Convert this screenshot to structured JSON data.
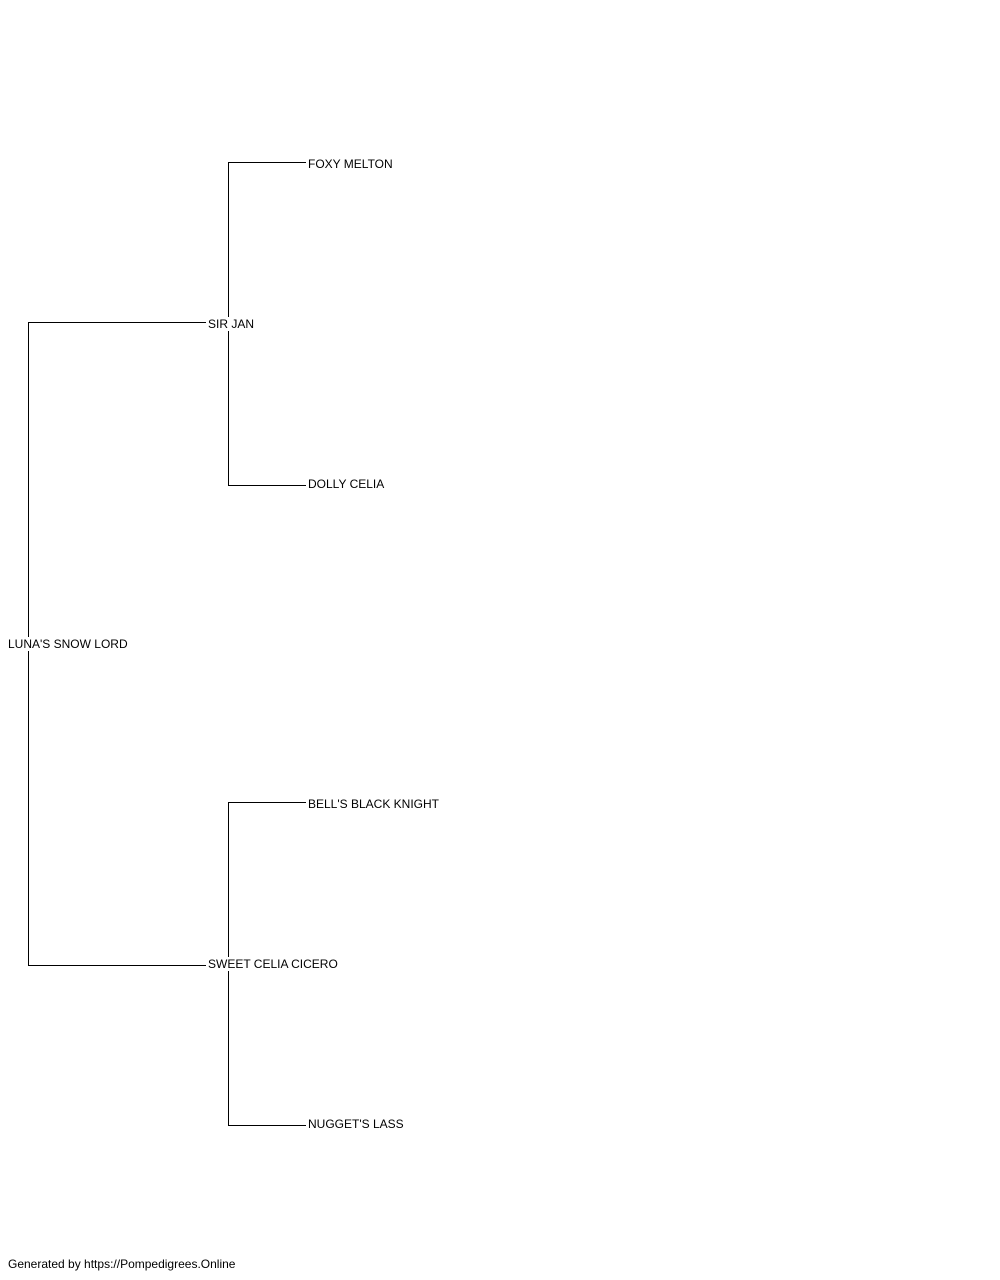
{
  "pedigree": {
    "subject": "LUNA'S SNOW LORD",
    "sire": {
      "name": "SIR JAN",
      "sire": "FOXY MELTON",
      "dam": "DOLLY CELIA"
    },
    "dam": {
      "name": "SWEET CELIA CICERO",
      "sire": "BELL'S BLACK KNIGHT",
      "dam": "NUGGET'S LASS"
    }
  },
  "footer": {
    "text": "Generated by https://Pompedigrees.Online"
  }
}
